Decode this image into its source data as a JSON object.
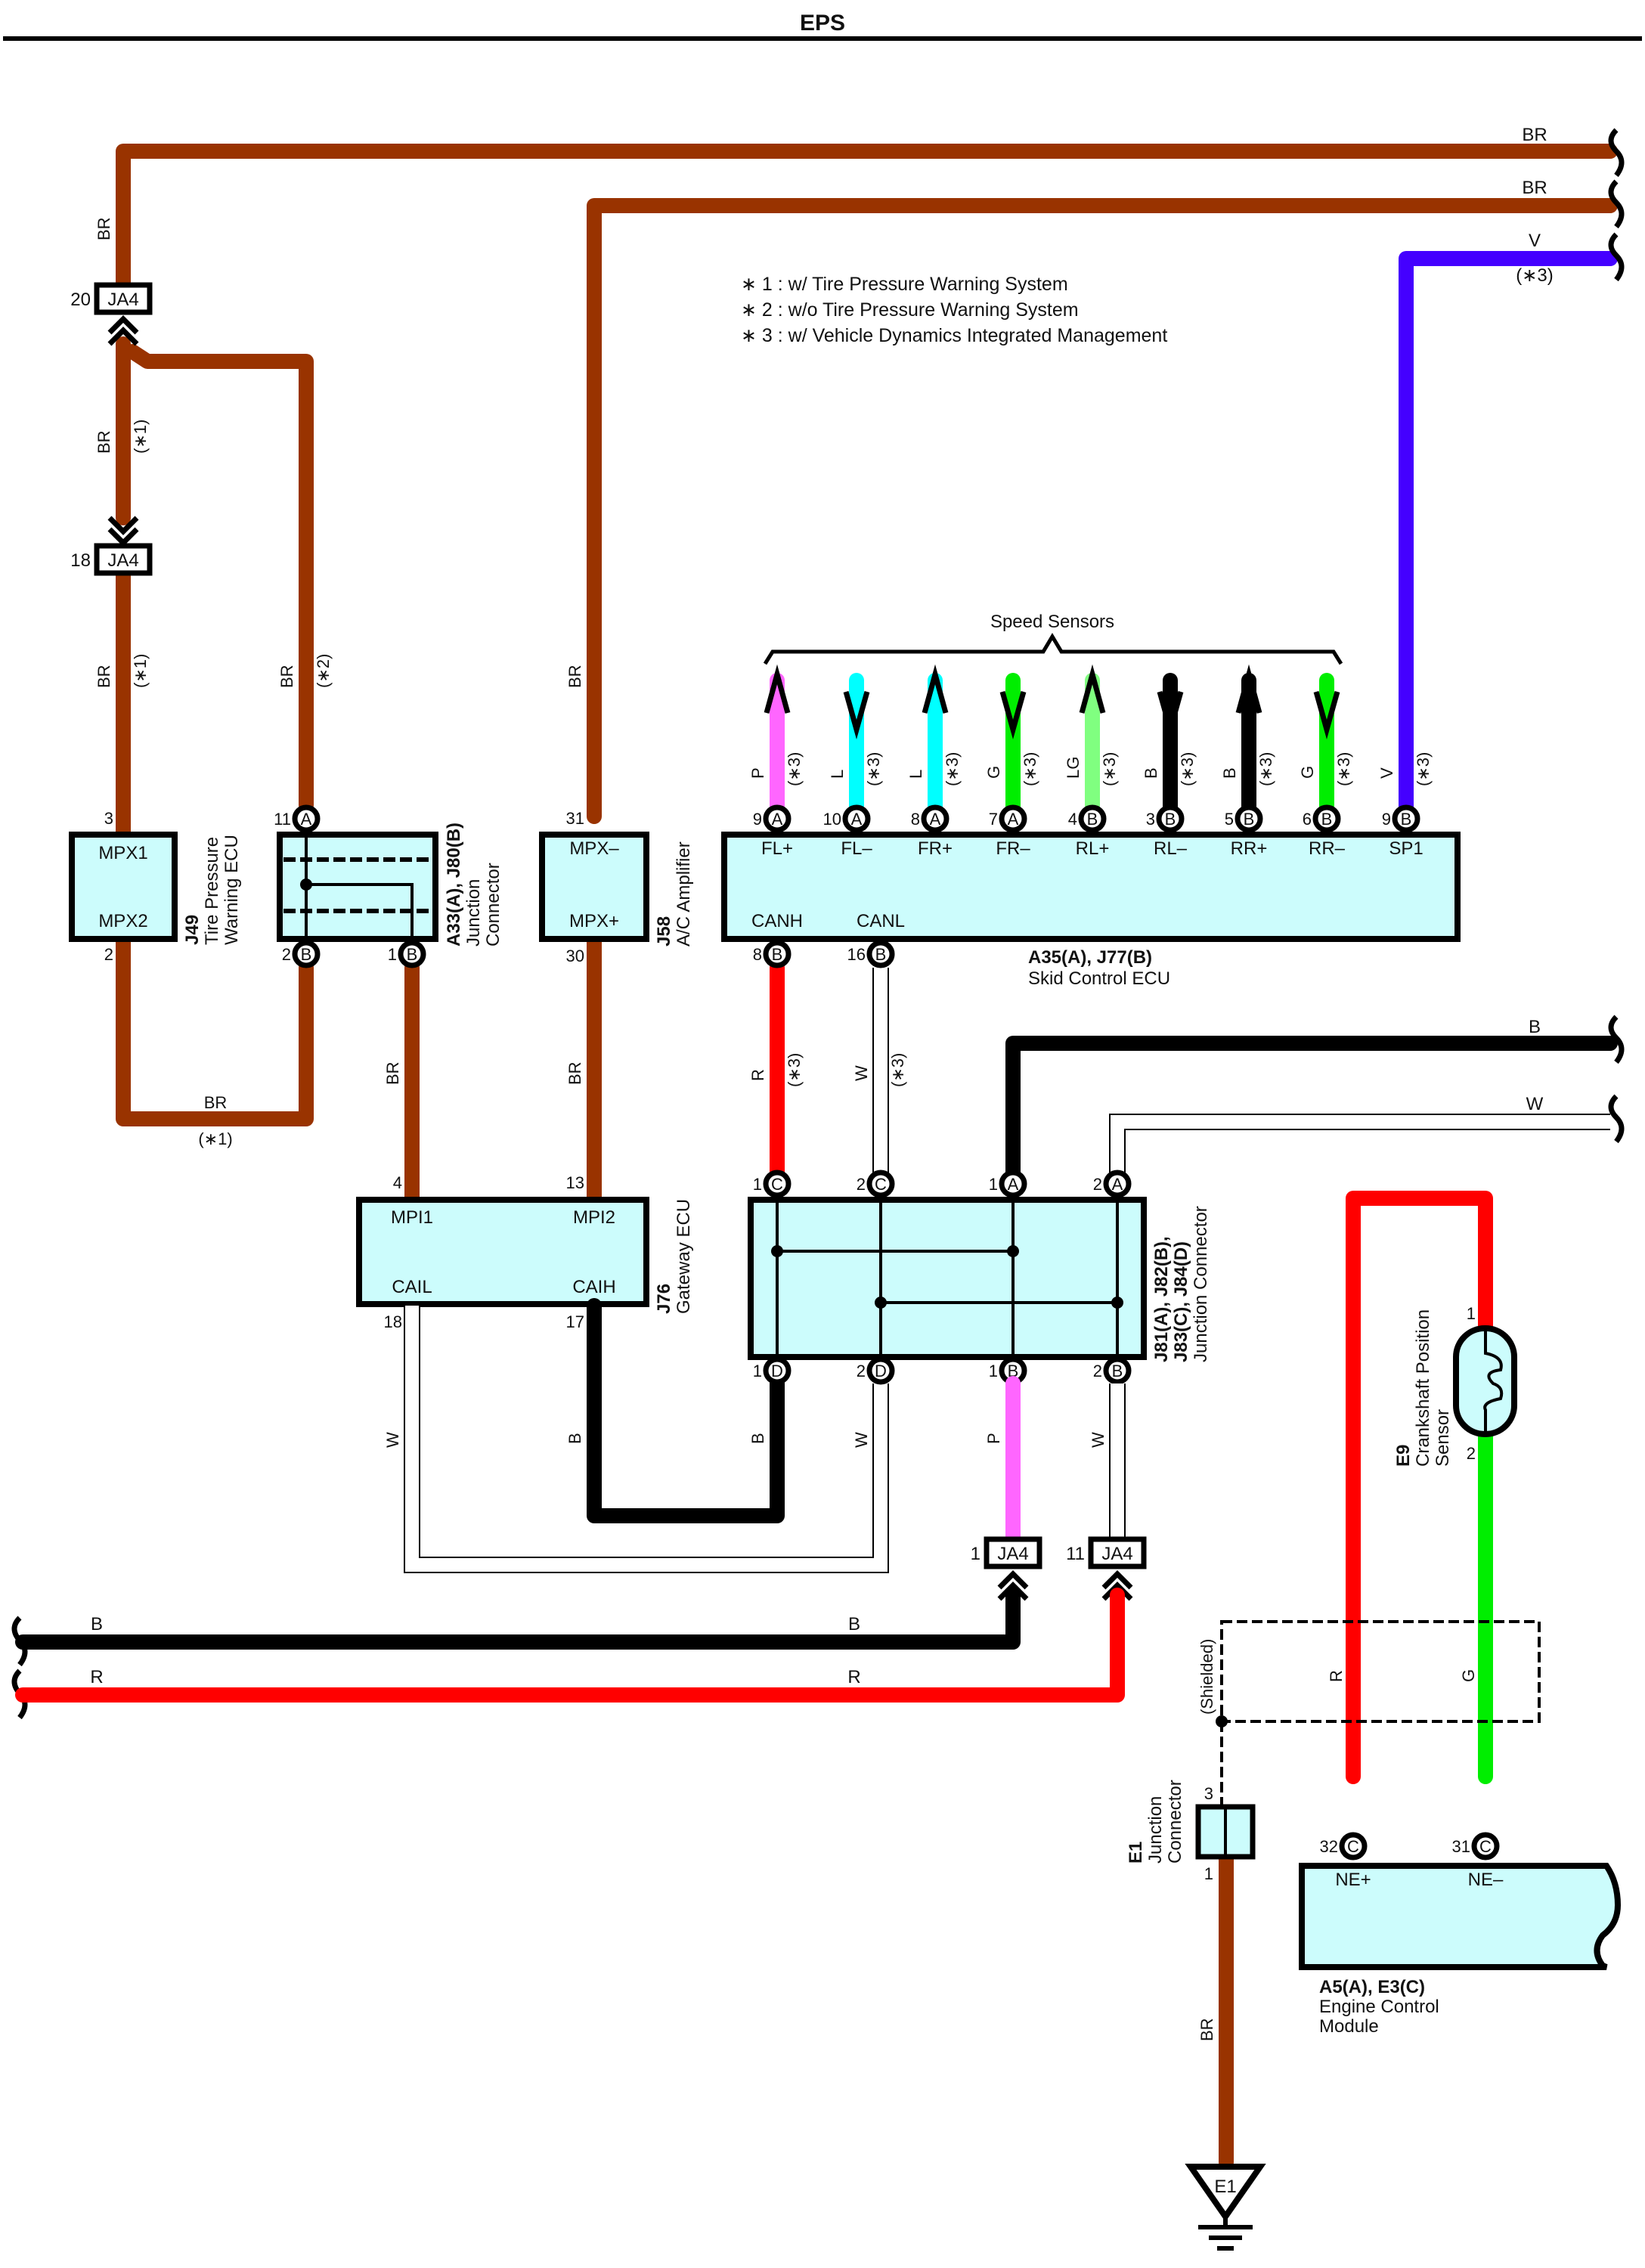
{
  "title": "EPS",
  "notes": [
    "∗ 1 : w/ Tire Pressure Warning System",
    "∗ 2 : w/o Tire Pressure Warning System",
    "∗ 3 : w/ Vehicle Dynamics Integrated Management"
  ],
  "colors": {
    "BR": "#993300",
    "V": "#4400ff",
    "P": "#ff66ff",
    "L": "#00ffff",
    "G": "#00ee00",
    "LG": "#80ff80",
    "B": "#000000",
    "R": "#ff0000",
    "W": "#ffffff",
    "component_fill": "#ccfcfc"
  },
  "edge_wires": {
    "right_top": [
      {
        "color": "BR",
        "note": ""
      },
      {
        "color": "BR",
        "note": ""
      },
      {
        "color": "V",
        "note": "(∗3)"
      }
    ],
    "right_mid": [
      {
        "color": "B"
      },
      {
        "color": "W"
      }
    ],
    "left_bottom": [
      {
        "color": "B",
        "label2": "B"
      },
      {
        "color": "R",
        "label2": "R"
      }
    ]
  },
  "connectors": {
    "ja4_20": {
      "pin": "20",
      "name": "JA4"
    },
    "ja4_18": {
      "pin": "18",
      "name": "JA4"
    },
    "ja4_1": {
      "pin": "1",
      "name": "JA4"
    },
    "ja4_11": {
      "pin": "11",
      "name": "JA4"
    }
  },
  "wire_labels": {
    "left_top": "BR",
    "left_mid": "BR",
    "left_mid_note": "(∗1)",
    "left_low": "BR",
    "left_low_note": "(∗1)",
    "a33_top": "BR",
    "a33_top_note": "(∗2)",
    "loop_bottom": "BR",
    "loop_bottom_note": "(∗1)",
    "j58_top": "BR",
    "a33_to_j76": "BR",
    "j58_to_j76": "BR",
    "canh": "R",
    "canh_note": "(∗3)",
    "canl": "W",
    "canl_note": "(∗3)",
    "cail": "W",
    "caih": "B",
    "jd1": "B",
    "jd2": "W",
    "jb1": "P",
    "jb2": "W",
    "e9_r": "R",
    "e9_g": "G",
    "ground": "BR"
  },
  "j49": {
    "code": "J49",
    "name_line1": "Tire Pressure",
    "name_line2": "Warning ECU",
    "pins": [
      {
        "num": "3",
        "label": "MPX1"
      },
      {
        "num": "2",
        "label": "MPX2"
      }
    ]
  },
  "a33": {
    "code": "A33(A), J80(B)",
    "name_line1": "Junction",
    "name_line2": "Connector",
    "pins": [
      {
        "num": "11",
        "conn": "A"
      },
      {
        "num": "2",
        "conn": "B"
      },
      {
        "num": "1",
        "conn": "B"
      }
    ]
  },
  "j58": {
    "code": "J58",
    "name": "A/C Amplifier",
    "pins": [
      {
        "num": "31",
        "label": "MPX–"
      },
      {
        "num": "30",
        "label": "MPX+"
      }
    ]
  },
  "speed_sensors": {
    "title": "Speed Sensors",
    "wires": [
      {
        "color": "P",
        "note": "(∗3)",
        "num": "9",
        "conn": "A",
        "label": "FL+",
        "dir": "up"
      },
      {
        "color": "L",
        "note": "(∗3)",
        "num": "10",
        "conn": "A",
        "label": "FL–",
        "dir": "down"
      },
      {
        "color": "L",
        "note": "(∗3)",
        "num": "8",
        "conn": "A",
        "label": "FR+",
        "dir": "up"
      },
      {
        "color": "G",
        "note": "(∗3)",
        "num": "7",
        "conn": "A",
        "label": "FR–",
        "dir": "down"
      },
      {
        "color": "LG",
        "note": "(∗3)",
        "num": "4",
        "conn": "B",
        "label": "RL+",
        "dir": "up"
      },
      {
        "color": "B",
        "note": "(∗3)",
        "num": "3",
        "conn": "B",
        "label": "RL–",
        "dir": "down"
      },
      {
        "color": "B",
        "note": "(∗3)",
        "num": "5",
        "conn": "B",
        "label": "RR+",
        "dir": "up"
      },
      {
        "color": "G",
        "note": "(∗3)",
        "num": "6",
        "conn": "B",
        "label": "RR–",
        "dir": "down"
      }
    ],
    "sp1": {
      "color": "V",
      "note": "(∗3)",
      "num": "9",
      "conn": "B",
      "label": "SP1"
    }
  },
  "skid": {
    "code": "A35(A), J77(B)",
    "name": "Skid Control ECU",
    "canh": {
      "num": "8",
      "conn": "B",
      "label": "CANH"
    },
    "canl": {
      "num": "16",
      "conn": "B",
      "label": "CANL"
    }
  },
  "j76": {
    "code": "J76",
    "name": "Gateway ECU",
    "pins": [
      {
        "num": "4",
        "label": "MPI1"
      },
      {
        "num": "13",
        "label": "MPI2"
      },
      {
        "num": "18",
        "label": "CAIL"
      },
      {
        "num": "17",
        "label": "CAIH"
      }
    ]
  },
  "j81": {
    "code_line1": "J81(A), J82(B),",
    "code_line2": "J83(C), J84(D)",
    "name": "Junction Connector",
    "top_pins": [
      {
        "num": "1",
        "conn": "C"
      },
      {
        "num": "2",
        "conn": "C"
      },
      {
        "num": "1",
        "conn": "A"
      },
      {
        "num": "2",
        "conn": "A"
      }
    ],
    "bottom_pins": [
      {
        "num": "1",
        "conn": "D"
      },
      {
        "num": "2",
        "conn": "D"
      },
      {
        "num": "1",
        "conn": "B"
      },
      {
        "num": "2",
        "conn": "B"
      }
    ]
  },
  "e9": {
    "code": "E9",
    "name_line1": "Crankshaft Position",
    "name_line2": "Sensor",
    "pin1": "1",
    "pin2": "2"
  },
  "shield": {
    "label": "(Shielded)"
  },
  "e1_jc": {
    "code": "E1",
    "name_line1": "Junction",
    "name_line2": "Connector",
    "pin_top": "3",
    "pin_bottom": "1"
  },
  "ecm": {
    "code": "A5(A), E3(C)",
    "name_line1": "Engine Control",
    "name_line2": "Module",
    "pins": [
      {
        "num": "32",
        "conn": "C",
        "label": "NE+"
      },
      {
        "num": "31",
        "conn": "C",
        "label": "NE–"
      }
    ]
  },
  "ground": {
    "label": "E1"
  }
}
